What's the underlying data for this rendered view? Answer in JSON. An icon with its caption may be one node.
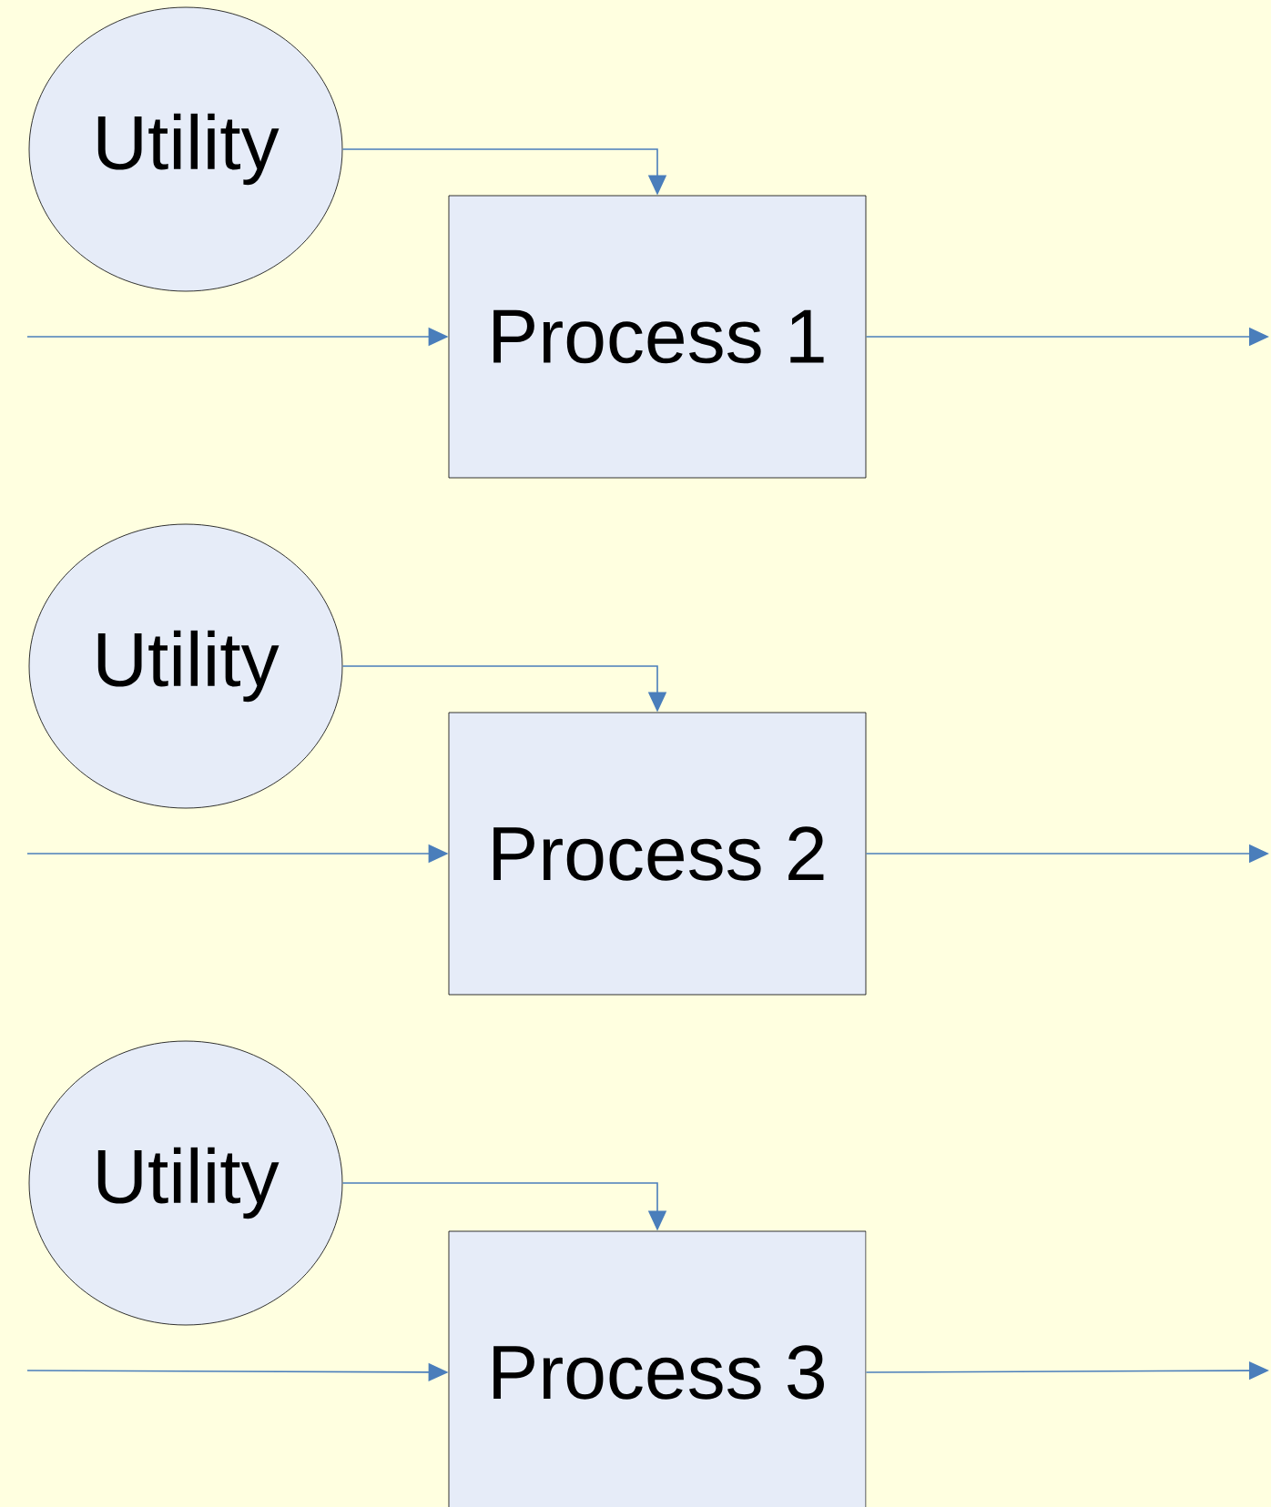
{
  "diagram": {
    "nodes": [
      {
        "text": [
          "Utility"
        ]
      },
      {
        "text": [
          "Process 1"
        ]
      },
      {
        "text": [
          "Utility"
        ]
      },
      {
        "text": [
          "Process 2"
        ]
      },
      {
        "text": [
          "Utility"
        ]
      },
      {
        "text": [
          "Process 3"
        ]
      }
    ],
    "edges": [
      {
        "from": 0,
        "to": 1,
        "arrow": "to"
      },
      {
        "from": null,
        "to": 1,
        "arrow": "to"
      },
      {
        "from": 1,
        "to": null,
        "arrow": "to"
      },
      {
        "from": 2,
        "to": 3,
        "arrow": "to"
      },
      {
        "from": null,
        "to": 3,
        "arrow": "to"
      },
      {
        "from": 3,
        "to": null,
        "arrow": "to"
      },
      {
        "from": 4,
        "to": 5,
        "arrow": "to"
      },
      {
        "from": null,
        "to": 5,
        "arrow": "to"
      },
      {
        "from": 5,
        "to": null,
        "arrow": "to"
      }
    ]
  }
}
